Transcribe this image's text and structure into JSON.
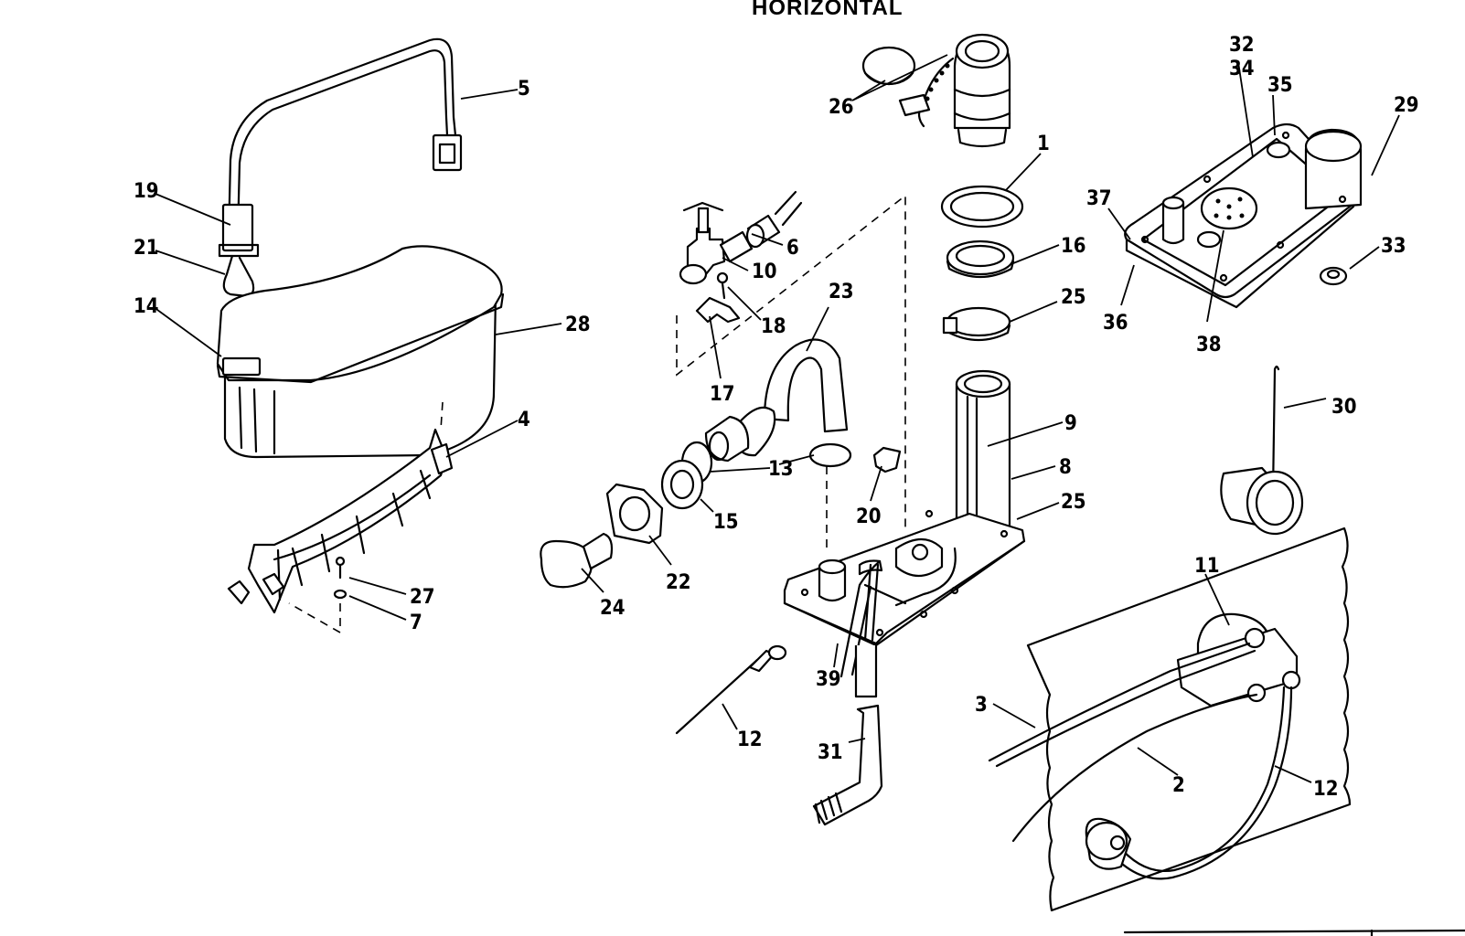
{
  "title": "HORIZONTAL",
  "callouts": [
    {
      "id": "c5",
      "text": "5"
    },
    {
      "id": "c19",
      "text": "19"
    },
    {
      "id": "c21",
      "text": "21"
    },
    {
      "id": "c14",
      "text": "14"
    },
    {
      "id": "c28",
      "text": "28"
    },
    {
      "id": "c4",
      "text": "4"
    },
    {
      "id": "c27",
      "text": "27"
    },
    {
      "id": "c7",
      "text": "7"
    },
    {
      "id": "c26",
      "text": "26"
    },
    {
      "id": "c1",
      "text": "1"
    },
    {
      "id": "c6",
      "text": "6"
    },
    {
      "id": "c10",
      "text": "10"
    },
    {
      "id": "c18",
      "text": "18"
    },
    {
      "id": "c17",
      "text": "17"
    },
    {
      "id": "c23",
      "text": "23"
    },
    {
      "id": "c16",
      "text": "16"
    },
    {
      "id": "c25a",
      "text": "25"
    },
    {
      "id": "c13",
      "text": "13"
    },
    {
      "id": "c15",
      "text": "15"
    },
    {
      "id": "c22",
      "text": "22"
    },
    {
      "id": "c24",
      "text": "24"
    },
    {
      "id": "c20",
      "text": "20"
    },
    {
      "id": "c9",
      "text": "9"
    },
    {
      "id": "c8",
      "text": "8"
    },
    {
      "id": "c25b",
      "text": "25"
    },
    {
      "id": "c39",
      "text": "39"
    },
    {
      "id": "c12a",
      "text": "12"
    },
    {
      "id": "c31",
      "text": "31"
    },
    {
      "id": "c32",
      "text": "32"
    },
    {
      "id": "c34",
      "text": "34"
    },
    {
      "id": "c35",
      "text": "35"
    },
    {
      "id": "c29",
      "text": "29"
    },
    {
      "id": "c37",
      "text": "37"
    },
    {
      "id": "c33",
      "text": "33"
    },
    {
      "id": "c36",
      "text": "36"
    },
    {
      "id": "c38",
      "text": "38"
    },
    {
      "id": "c30",
      "text": "30"
    },
    {
      "id": "c11",
      "text": "11"
    },
    {
      "id": "c3",
      "text": "3"
    },
    {
      "id": "c2",
      "text": "2"
    },
    {
      "id": "c12b",
      "text": "12"
    }
  ]
}
